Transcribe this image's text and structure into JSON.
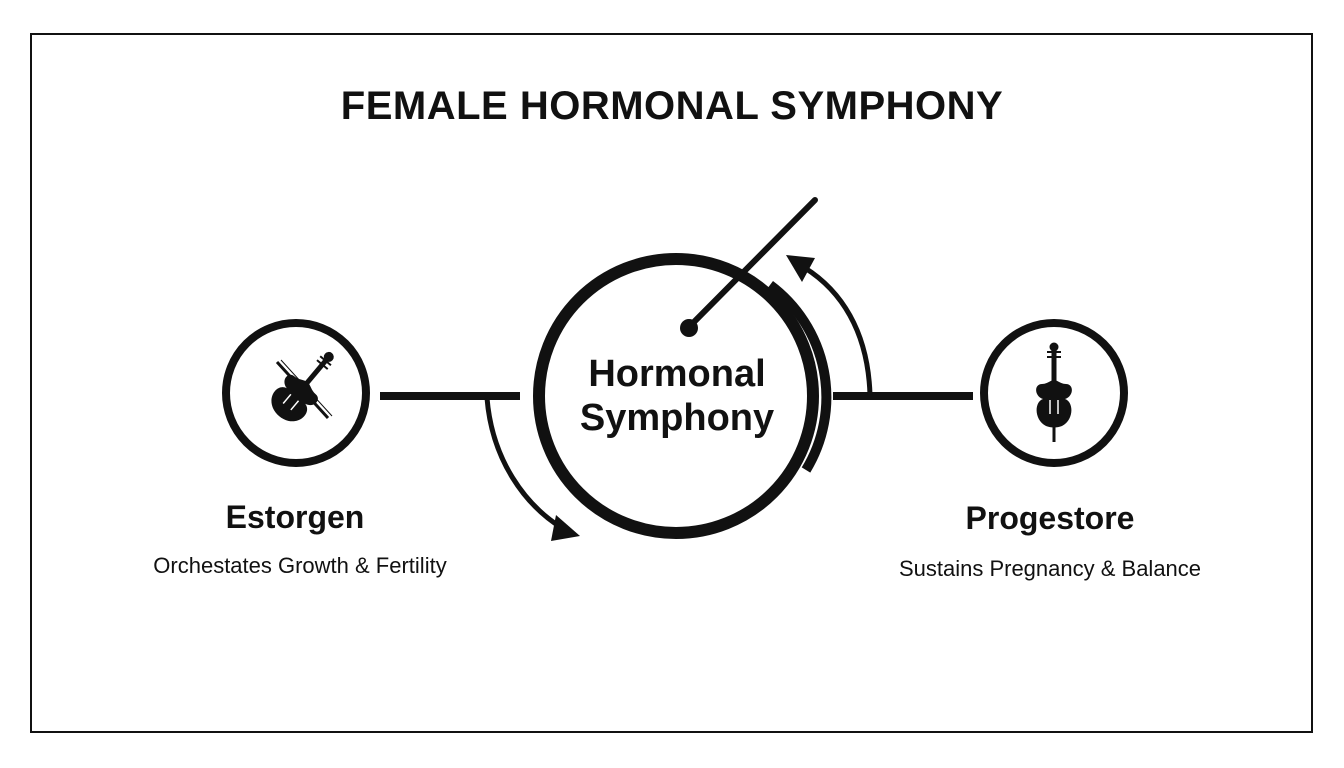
{
  "title": "FEMALE HORMONAL SYMPHONY",
  "center": {
    "line1": "Hormonal",
    "line2": "Symphony",
    "icon": "conductor-baton-icon"
  },
  "nodes": [
    {
      "name": "Estorgen",
      "description": "Orchestates Growth & Fertility",
      "icon": "violin-icon"
    },
    {
      "name": "Progestore",
      "description": "Sustains Pregnancy & Balance",
      "icon": "cello-icon"
    }
  ],
  "colors": {
    "ink": "#111111",
    "background": "#ffffff"
  }
}
